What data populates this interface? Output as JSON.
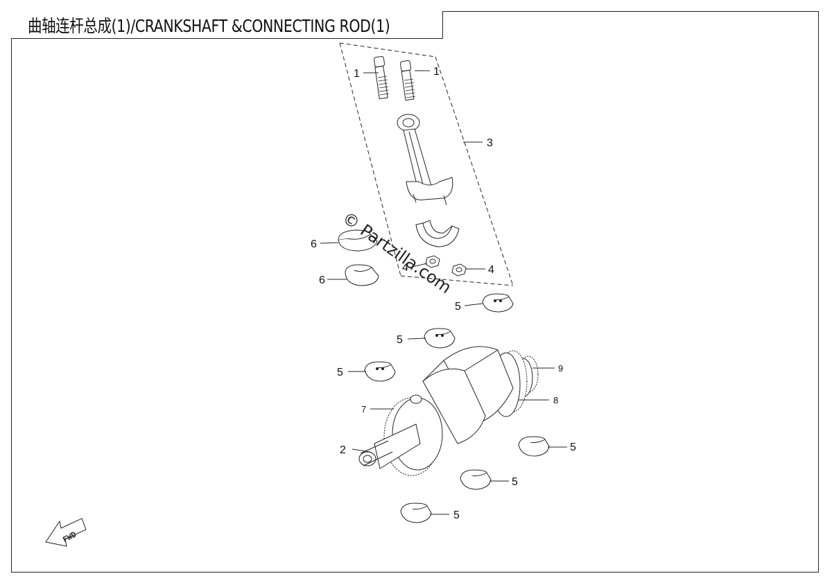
{
  "title": "曲轴连杆总成(1)/CRANKSHAFT &CONNECTING ROD(1)",
  "watermark": "© Partzilla.com",
  "fwd_label": "FWD",
  "callouts": {
    "c1a": "1",
    "c1b": "1",
    "c3": "3",
    "c6a": "6",
    "c6b": "6",
    "c4a": "4",
    "c4b": "4",
    "c5a": "5",
    "c5b": "5",
    "c5c": "5",
    "c5d": "5",
    "c5e": "5",
    "c5f": "5",
    "c9": "9",
    "c8": "8",
    "c7": "7",
    "c2": "2"
  }
}
